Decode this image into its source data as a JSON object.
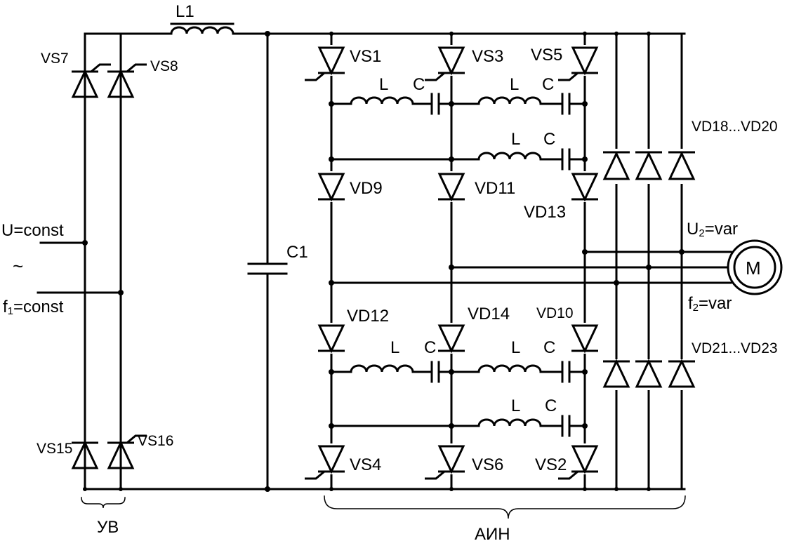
{
  "labels": {
    "L1": "L1",
    "C1": "C1",
    "VS7": "VS7",
    "VS8": "VS8",
    "VS15": "VS15",
    "VS16": "VS16",
    "VS1": "VS1",
    "VS3": "VS3",
    "VS5": "VS5",
    "VS4": "VS4",
    "VS6": "VS6",
    "VS2": "VS2",
    "VD9": "VD9",
    "VD11": "VD11",
    "VD13": "VD13",
    "VD12": "VD12",
    "VD14": "VD14",
    "VD10": "VD10",
    "VD18_20": "VD18...VD20",
    "VD21_23": "VD21...VD23",
    "L": "L",
    "C": "C",
    "motor": "M",
    "UB": "УВ",
    "AIN": "АИН"
  },
  "input": {
    "u_const": "U=const",
    "ac_symbol": "~",
    "f_prefix": "f",
    "f_sub": "1",
    "f_suffix": "=const"
  },
  "output": {
    "u_prefix": "U",
    "u_sub": "2",
    "u_suffix": "=var",
    "f_prefix": "f",
    "f_sub": "2",
    "f_suffix": "=var"
  }
}
